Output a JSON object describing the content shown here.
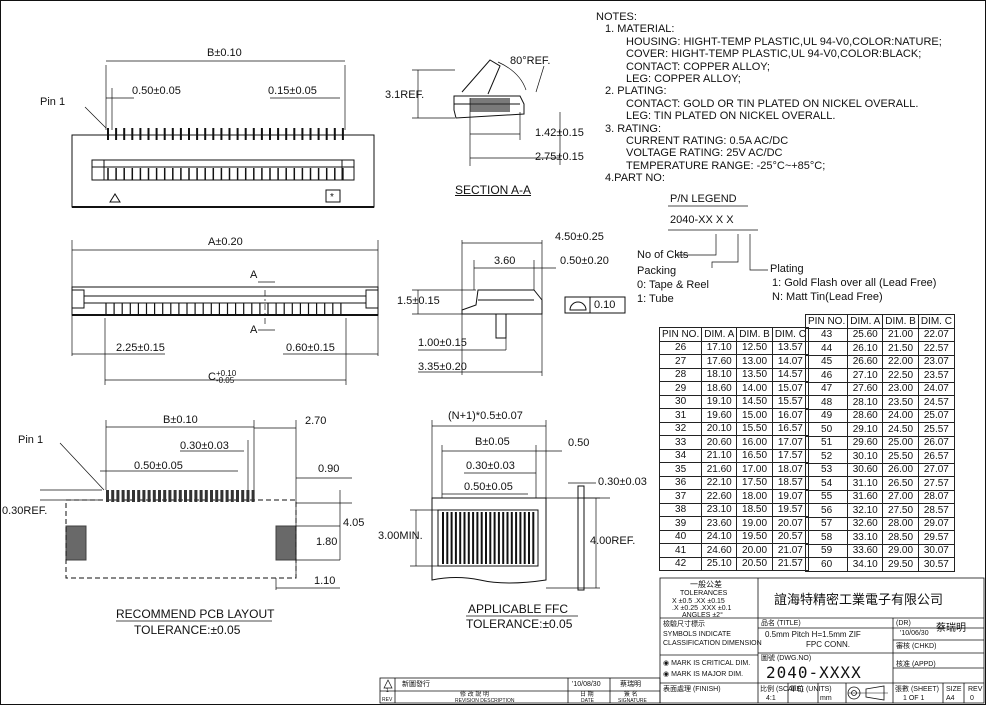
{
  "notes": {
    "lines": [
      "NOTES:",
      "1. MATERIAL:",
      "HOUSING: HIGHT-TEMP PLASTIC,UL 94-V0,COLOR:NATURE;",
      "COVER: HIGHT-TEMP PLASTIC,UL 94-V0,COLOR:BLACK;",
      "CONTACT: COPPER ALLOY;",
      "LEG: COPPER ALLOY;",
      "2. PLATING:",
      "CONTACT: GOLD OR TIN PLATED ON NICKEL OVERALL.",
      "LEG: TIN PLATED ON NICKEL OVERALL.",
      "3. RATING:",
      "CURRENT RATING: 0.5A AC/DC",
      "VOLTAGE RATING: 25V AC/DC",
      "TEMPERATURE RANGE: -25°C~+85°C;",
      "4.PART NO:"
    ],
    "indent": [
      0,
      1,
      2,
      2,
      2,
      2,
      1,
      2,
      2,
      1,
      2,
      2,
      2,
      1
    ]
  },
  "legend": {
    "title": "P/N LEGEND",
    "code": "2040-XX X X",
    "ckts": "No of Ckts",
    "packing": "Packing",
    "packing_0": "0: Tape & Reel",
    "packing_1": "1: Tube",
    "plating": "Plating",
    "plating_1": "1: Gold Flash over all (Lead Free)",
    "plating_n": "N: Matt Tin(Lead Free)"
  },
  "dims_top": {
    "b": "B±0.10",
    "pitch": "0.50±0.05",
    "width": "0.15±0.05",
    "pin1": "Pin 1"
  },
  "section": {
    "angle": "80°REF.",
    "height": "3.1REF.",
    "d1": "1.42±0.15",
    "d2": "2.75±0.15",
    "title": "SECTION A-A"
  },
  "dims_front": {
    "a": "A±0.20",
    "c": "C+0.10/-0.05",
    "c_main": "C",
    "c_up": "+0.10",
    "c_dn": "-0.05",
    "left": "2.25±0.15",
    "right": "0.60±0.15",
    "a_mark": "A"
  },
  "side": {
    "w": "4.50±0.25",
    "d360": "3.60",
    "d050": "0.50±0.20",
    "h": "1.5±0.15",
    "d100": "1.00±0.15",
    "d335": "3.35±0.20",
    "flat": "0.10"
  },
  "pcb": {
    "pin1": "Pin 1",
    "b": "B±0.10",
    "d270": "2.70",
    "d030": "0.30±0.03",
    "d050": "0.50±0.05",
    "d090": "0.90",
    "d030ref": "0.30REF.",
    "d405": "4.05",
    "d180": "1.80",
    "d110": "1.10",
    "title": "RECOMMEND PCB LAYOUT",
    "tol": "TOLERANCE:±0.05"
  },
  "ffc": {
    "top": "(N+1)*0.5±0.07",
    "b": "B±0.05",
    "d050": "0.50",
    "d030a": "0.30±0.03",
    "d050b": "0.50±0.05",
    "d030b": "0.30±0.03",
    "min": "3.00MIN.",
    "ref": "4.00REF.",
    "title": "APPLICABLE FFC",
    "tol": "TOLERANCE:±0.05"
  },
  "table": {
    "headers": [
      "PIN NO.",
      "DIM. A",
      "DIM. B",
      "DIM. C"
    ],
    "rows_left": [
      [
        "26",
        "17.10",
        "12.50",
        "13.57"
      ],
      [
        "27",
        "17.60",
        "13.00",
        "14.07"
      ],
      [
        "28",
        "18.10",
        "13.50",
        "14.57"
      ],
      [
        "29",
        "18.60",
        "14.00",
        "15.07"
      ],
      [
        "30",
        "19.10",
        "14.50",
        "15.57"
      ],
      [
        "31",
        "19.60",
        "15.00",
        "16.07"
      ],
      [
        "32",
        "20.10",
        "15.50",
        "16.57"
      ],
      [
        "33",
        "20.60",
        "16.00",
        "17.07"
      ],
      [
        "34",
        "21.10",
        "16.50",
        "17.57"
      ],
      [
        "35",
        "21.60",
        "17.00",
        "18.07"
      ],
      [
        "36",
        "22.10",
        "17.50",
        "18.57"
      ],
      [
        "37",
        "22.60",
        "18.00",
        "19.07"
      ],
      [
        "38",
        "23.10",
        "18.50",
        "19.57"
      ],
      [
        "39",
        "23.60",
        "19.00",
        "20.07"
      ],
      [
        "40",
        "24.10",
        "19.50",
        "20.57"
      ],
      [
        "41",
        "24.60",
        "20.00",
        "21.07"
      ],
      [
        "42",
        "25.10",
        "20.50",
        "21.57"
      ]
    ],
    "rows_right": [
      [
        "43",
        "25.60",
        "21.00",
        "22.07"
      ],
      [
        "44",
        "26.10",
        "21.50",
        "22.57"
      ],
      [
        "45",
        "26.60",
        "22.00",
        "23.07"
      ],
      [
        "46",
        "27.10",
        "22.50",
        "23.57"
      ],
      [
        "47",
        "27.60",
        "23.00",
        "24.07"
      ],
      [
        "48",
        "28.10",
        "23.50",
        "24.57"
      ],
      [
        "49",
        "28.60",
        "24.00",
        "25.07"
      ],
      [
        "50",
        "29.10",
        "24.50",
        "25.57"
      ],
      [
        "51",
        "29.60",
        "25.00",
        "26.07"
      ],
      [
        "52",
        "30.10",
        "25.50",
        "26.57"
      ],
      [
        "53",
        "30.60",
        "26.00",
        "27.07"
      ],
      [
        "54",
        "31.10",
        "26.50",
        "27.57"
      ],
      [
        "55",
        "31.60",
        "27.00",
        "28.07"
      ],
      [
        "56",
        "32.10",
        "27.50",
        "28.57"
      ],
      [
        "57",
        "32.60",
        "28.00",
        "29.07"
      ],
      [
        "58",
        "33.10",
        "28.50",
        "29.57"
      ],
      [
        "59",
        "33.60",
        "29.00",
        "30.07"
      ],
      [
        "60",
        "34.10",
        "29.50",
        "30.57"
      ]
    ]
  },
  "titleblock": {
    "tol_title": "一般公差",
    "tol_sub": "TOLERANCES",
    "tol_1": "X ±0.5 .XX ±0.15",
    "tol_2": ".X ±0.25 .XXX ±0.1",
    "tol_3": "ANGLES ±2°",
    "symbols_1": "檢驗尺寸標示",
    "symbols_2": "SYMBOLS INDICATE",
    "symbols_3": "CLASSIFICATION DIMENSION",
    "critical": "MARK IS CRITICAL DIM.",
    "major": "MARK IS MAJOR DIM.",
    "company": "誼海特精密工業電子有限公司",
    "title_label": "品名 (TITLE)",
    "title_1": "0.5mm Pitch H=1.5mm ZIF",
    "title_2": "FPC CONN.",
    "dr_label": "(DR)",
    "dr_name": "蔡瑞明",
    "dr_date": "'10/06/30",
    "chkd_label": "審核 (CHKD)",
    "dwg_label": "圖號 (DWG.NO)",
    "dwg_no": "2040-XXXX",
    "appd_label": "核准 (APPD)",
    "scale_label": "比例 (SCALE)",
    "scale": "4:1",
    "unit_label": "單位 (UNITS)",
    "unit": "mm",
    "sheet_label": "張數 (SHEET)",
    "sheet": "1 OF 1",
    "size_label": "SIZE",
    "size": "A4",
    "rev_label": "REV",
    "rev": "0",
    "finish_label": "表面處理 (FINISH)",
    "rev_row": "新圖發行",
    "rev_date": "'10/08/30",
    "rev_sign": "蔡瑞明",
    "rev_h1": "修 改 說 明",
    "rev_h1e": "REVISION DESCRIPTION",
    "rev_h2": "日 期",
    "rev_h2e": "DATE",
    "rev_h3": "簽 名",
    "rev_h3e": "SIGNATURE",
    "rev_mark": "1",
    "rev_mark_label": "REV"
  }
}
